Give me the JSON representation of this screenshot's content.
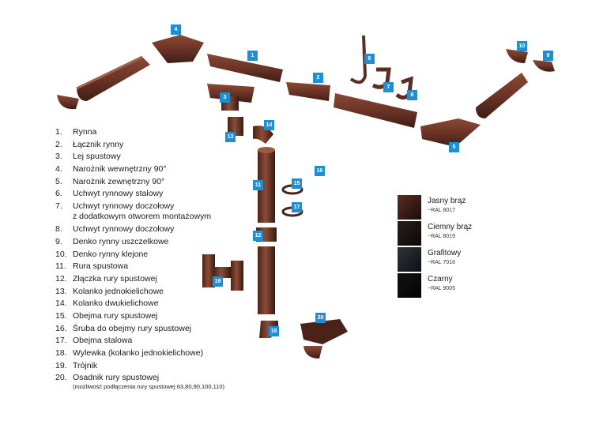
{
  "legend": [
    {
      "num": "1.",
      "text": "Rynna"
    },
    {
      "num": "2.",
      "text": "Łącznik rynny"
    },
    {
      "num": "3.",
      "text": "Lej spustowy"
    },
    {
      "num": "4.",
      "text": "Narożnik wewnętrzny 90°"
    },
    {
      "num": "5.",
      "text": "Narożnik zewnętrzny 90°"
    },
    {
      "num": "6.",
      "text": "Uchwyt rynnowy stalowy"
    },
    {
      "num": "7.",
      "text": "Uchwyt rynnowy doczołowy",
      "text2": "z dodatkowym otworem montażowym"
    },
    {
      "num": "8.",
      "text": "Uchwyt rynnowy doczołowy"
    },
    {
      "num": "9.",
      "text": "Denko rynny uszczelkowe"
    },
    {
      "num": "10.",
      "text": "Denko rynny klejone"
    },
    {
      "num": "11.",
      "text": "Rura spustowa"
    },
    {
      "num": "12.",
      "text": "Złączka rury spustowej"
    },
    {
      "num": "13.",
      "text": "Kolanko jednokielichowe"
    },
    {
      "num": "14.",
      "text": "Kolanko dwukielichowe"
    },
    {
      "num": "15.",
      "text": "Obejma rury spustowej"
    },
    {
      "num": "16.",
      "text": "Śruba do obejmy rury spustowej"
    },
    {
      "num": "17.",
      "text": "Obejma stalowa"
    },
    {
      "num": "18.",
      "text": "Wylewka (kolanko jednokielichowe)"
    },
    {
      "num": "19.",
      "text": "Trójnik"
    },
    {
      "num": "20.",
      "text": "Osadnik rury spustowej",
      "note": "(możliwość podłączenia rury spustowej 63,80,90,100,110)"
    }
  ],
  "badges": [
    "1",
    "2",
    "3",
    "4",
    "5",
    "6",
    "7",
    "8",
    "9",
    "10",
    "11",
    "12",
    "13",
    "14",
    "15",
    "16",
    "17",
    "18",
    "19",
    "20"
  ],
  "colors": [
    {
      "name": "Jasny brąz",
      "ral": "~RAL 8017",
      "hex": "#5a2e22"
    },
    {
      "name": "Ciemny brąz",
      "ral": "~RAL 8019",
      "hex": "#2a1e1c"
    },
    {
      "name": "Grafitowy",
      "ral": "~RAL 7016",
      "hex": "#2f353c"
    },
    {
      "name": "Czarny",
      "ral": "~RAL 9005",
      "hex": "#111111"
    }
  ]
}
